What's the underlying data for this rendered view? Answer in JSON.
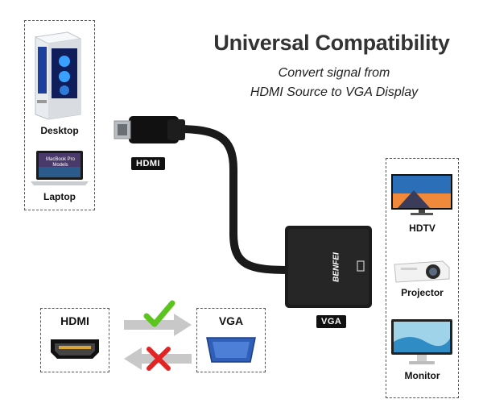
{
  "header": {
    "title": "Universal Compatibility",
    "subtitle_line1": "Convert signal from",
    "subtitle_line2": "HDMI Source to VGA Display"
  },
  "sources": [
    {
      "label": "Desktop",
      "icon": "desktop-tower-icon"
    },
    {
      "label": "Laptop",
      "icon": "laptop-icon",
      "screen_text": "MacBook Pro Models"
    }
  ],
  "displays": [
    {
      "label": "HDTV",
      "icon": "hdtv-icon"
    },
    {
      "label": "Projector",
      "icon": "projector-icon"
    },
    {
      "label": "Monitor",
      "icon": "monitor-icon"
    }
  ],
  "cable": {
    "hdmi_tag": "HDMI",
    "vga_tag": "VGA",
    "brand": "BENFEI"
  },
  "comparison": {
    "left_label": "HDMI",
    "right_label": "VGA",
    "forward_status": "check",
    "reverse_status": "cross"
  },
  "colors": {
    "check": "#5cc41f",
    "cross": "#e32424",
    "arrow": "#c8c8c8",
    "vga_blue": "#2f5fb8"
  }
}
